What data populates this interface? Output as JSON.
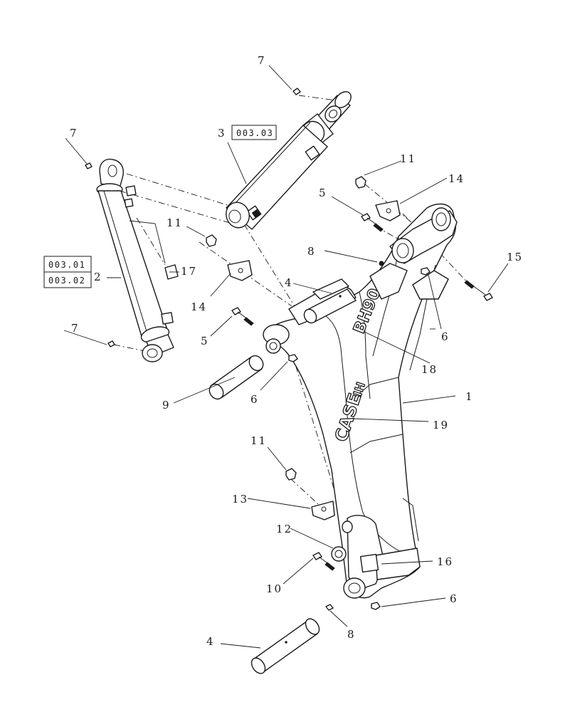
{
  "diagram": {
    "callouts": {
      "c1": "1",
      "c2": "2",
      "c3": "3",
      "c4a": "4",
      "c4b": "4",
      "c5a": "5",
      "c5b": "5",
      "c6a": "6",
      "c6b": "6",
      "c6c": "6",
      "c7a": "7",
      "c7b": "7",
      "c7c": "7",
      "c8a": "8",
      "c8b": "8",
      "c9": "9",
      "c10": "10",
      "c11a": "11",
      "c11b": "11",
      "c11c": "11",
      "c12": "12",
      "c13": "13",
      "c14a": "14",
      "c14b": "14",
      "c15": "15",
      "c16": "16",
      "c17": "17",
      "c18": "18",
      "c19": "19"
    },
    "references": {
      "ref_003_01": "003.01",
      "ref_003_02": "003.02",
      "ref_003_03": "003.03"
    },
    "decals": {
      "brand": "CASE",
      "brand_suffix": "IH",
      "model": "BH90"
    }
  }
}
